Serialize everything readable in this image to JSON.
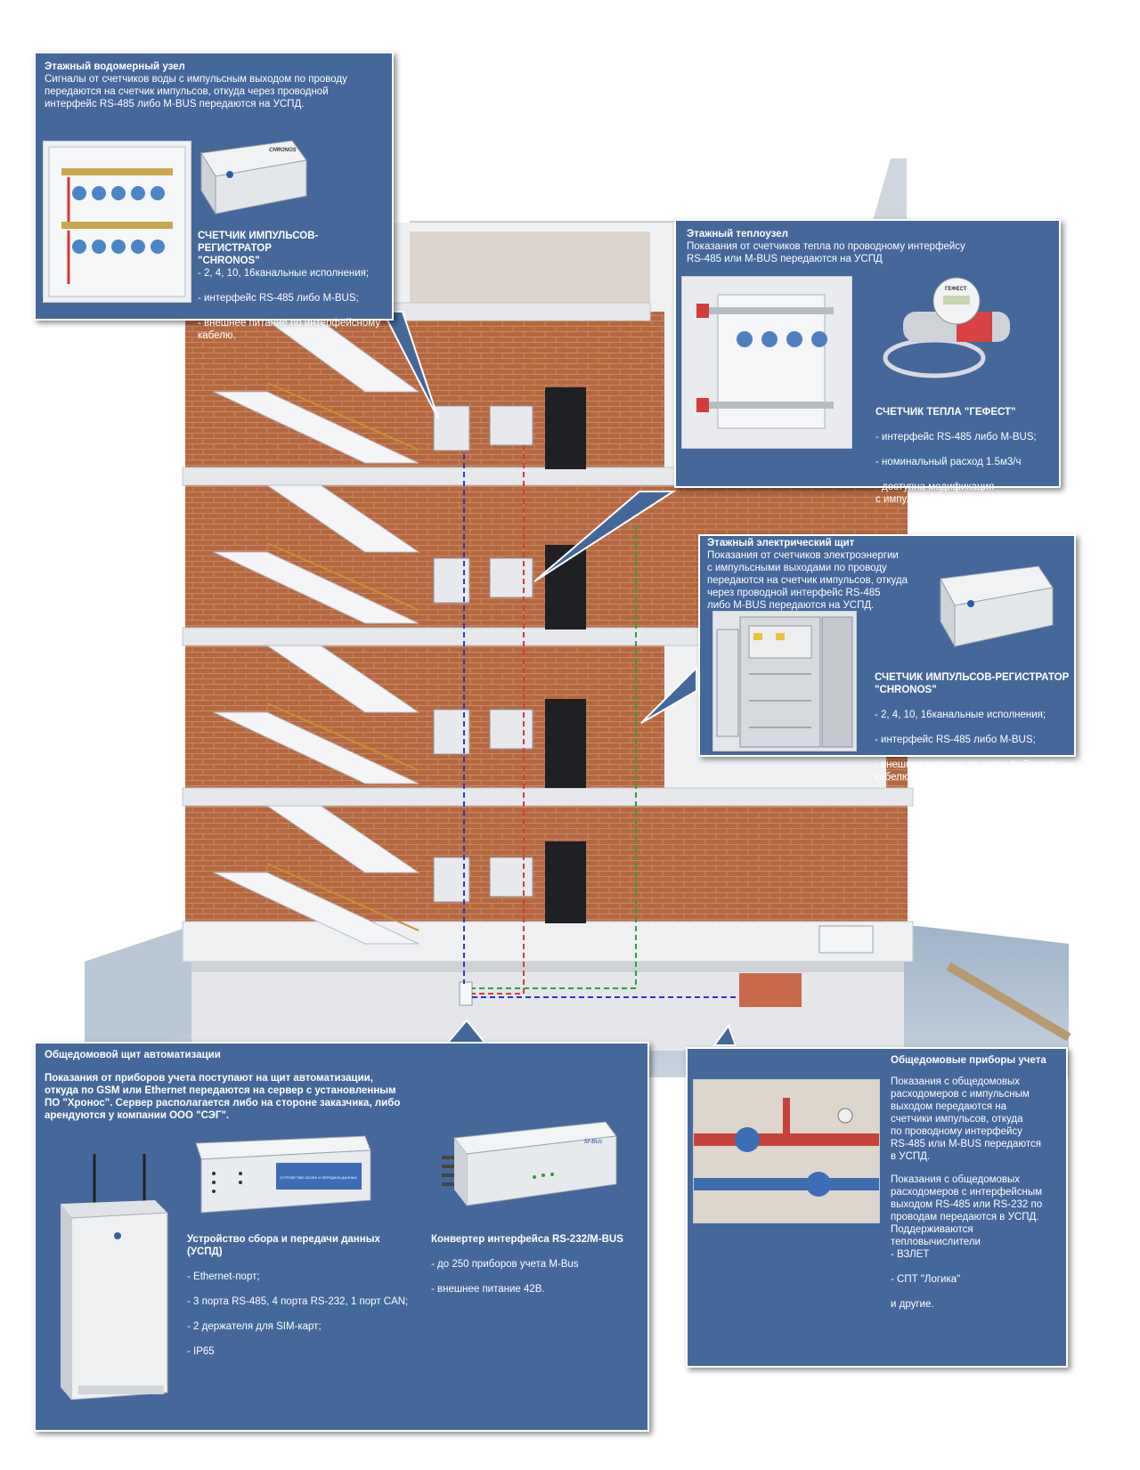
{
  "colors": {
    "panel": "#44689a",
    "brick": "#b0623f",
    "slab": "#e8eaed",
    "blue_line": "#2b35c8",
    "red_line": "#d83a3a",
    "green_line": "#27a63a"
  },
  "floor_water": {
    "title": "Этажный водомерный узел",
    "text": "Сигналы от счетчиков воды с импульсным выходом по проводу\nпередаются на счетчик импульсов, откуда через проводной\nинтерфейс RS-485 либо M-BUS передаются на УСПД.",
    "device_title": "СЧЕТЧИК ИМПУЛЬСОВ-РЕГИСТРАТОР\n\"CHRONOS\"",
    "device_items": [
      "- 2, 4, 10, 16канальные исполнения;",
      "- интерфейс RS-485 либо M-BUS;",
      "- внешнее питание по интерфейсному\nкабелю."
    ],
    "brand": "CHRONOS"
  },
  "floor_heat": {
    "title": "Этажный теплоузел",
    "text": "Показания от счетчиков тепла по проводному интерфейсу\nRS-485 или M-BUS передаются на УСПД",
    "device_title": "СЧЕТЧИК ТЕПЛА \"ГЕФЕСТ\"",
    "device_items": [
      "- интерфейс RS-485 либо M-BUS;",
      "- номинальный расход 1.5м3/ч",
      "- доступна модификация\nс импульсными входами"
    ],
    "brand": "ГЕФЕСТ"
  },
  "floor_elec": {
    "title": "Этажный электрический щит",
    "text": "Показания от счетчиков электроэнергии\nс импульсными выходами по проводу\nпередаются на счетчик импульсов, откуда\nчерез проводной интерфейс RS-485\nлибо M-BUS передаются на УСПД.",
    "device_title": "СЧЕТЧИК ИМПУЛЬСОВ-РЕГИСТРАТОР\n\"CHRONOS\"",
    "device_items": [
      "- 2, 4, 10, 16канальные исполнения;",
      "- интерфейс RS-485 либо M-BUS;",
      "- внешнее питание по интерфейсному\nкабелю."
    ]
  },
  "automation": {
    "title": "Общедомовой щит автоматизации",
    "text": "Показания от приборов учета поступают на щит автоматизации,\nоткуда по GSM или Ethernet передаются на сервер с установленным\nПО \"Хронос\". Сервер располагается либо на стороне заказчика, либо\nарендуются у компании ООО \"СЭГ\".",
    "uspd_title": "Устройство сбора и передачи данных\n(УСПД)",
    "uspd_items": [
      "- Ethernet-порт;",
      "- 3 порта RS-485, 4 порта RS-232, 1 порт CAN;",
      "- 2 держателя для SIM-карт;",
      "- IP65"
    ],
    "conv_title": "Конвертер интерфейса RS-232/M-BUS",
    "conv_items": [
      "- до 250 приборов учета M-Bus",
      "- внешнее питание 42В."
    ],
    "uspd_label": "УСТРОЙСТВО СБОРА И ПЕРЕДАЧИ ДАННЫХ",
    "conv_brand": "M-Bus"
  },
  "house_meters": {
    "title": "Общедомовые приборы учета",
    "text1": "Показания с общедомовых\nрасходомеров с импульсным\nвыходом передаются на\nсчетчики импульсов, откуда\nпо проводному интерфейсу\nRS-485 или M-BUS передаются\nв УСПД.",
    "text2": "Показания с общедомовых\nрасходомеров с интерфейсным\nвыходом RS-485 или RS-232 по\nпроводам передаются в УСПД.\nПоддерживаются тепловычислители",
    "items": [
      "- ВЗЛЕТ",
      "- СПТ \"Логика\"",
      "и другие."
    ]
  }
}
